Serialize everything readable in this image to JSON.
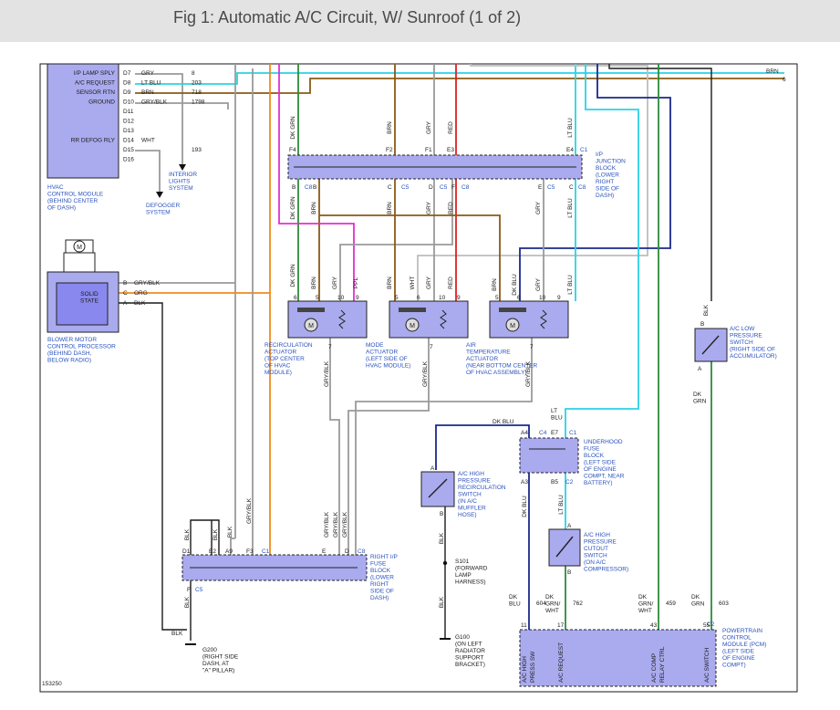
{
  "title": "Fig 1: Automatic A/C Circuit, W/ Sunroof (1 of 2)",
  "figure_id": "153250",
  "colors": {
    "brown": "#8b5a14",
    "light_blue": "#29d3e6",
    "grey": "#9a9a9a",
    "black": "#1a1a1a",
    "dark_green": "#2e8b3a",
    "red": "#e02020",
    "pink": "#e030d0",
    "orange": "#f08a1e",
    "dark_blue": "#1a2a8a",
    "white": "#bdbdbd",
    "component_fill": "#aaaaee",
    "label_blue": "#2a52be"
  },
  "hvac_module": {
    "label_lines": [
      "HVAC",
      "CONTROL MODULE",
      "(BEHIND CENTER",
      "OF DASH)"
    ],
    "pins": [
      {
        "name": "I/P LAMP SPLY",
        "pin": "D7",
        "color": "GRY",
        "circuit": "8"
      },
      {
        "name": "A/C REQUEST",
        "pin": "D8",
        "color": "LT BLU",
        "circuit": "203"
      },
      {
        "name": "SENSOR RTN",
        "pin": "D9",
        "color": "BRN",
        "circuit": "718"
      },
      {
        "name": "GROUND",
        "pin": "D10",
        "color": "GRY/BLK",
        "circuit": "1798"
      },
      {
        "name": "",
        "pin": "D11",
        "color": "",
        "circuit": ""
      },
      {
        "name": "",
        "pin": "D12",
        "color": "",
        "circuit": ""
      },
      {
        "name": "",
        "pin": "D13",
        "color": "",
        "circuit": ""
      },
      {
        "name": "RR DEFOG RLY",
        "pin": "D14",
        "color": "WHT",
        "circuit": ""
      },
      {
        "name": "",
        "pin": "D15",
        "color": "",
        "circuit": "193"
      },
      {
        "name": "",
        "pin": "D16",
        "color": "",
        "circuit": ""
      }
    ],
    "interior_lights": [
      "INTERIOR",
      "LIGHTS",
      "SYSTEM"
    ],
    "defogger": [
      "DEFOGGER",
      "SYSTEM"
    ]
  },
  "top_right": {
    "brn": "BRN",
    "num": "6"
  },
  "ip_junction": {
    "label_lines": [
      "I/P",
      "JUNCTION",
      "BLOCK",
      "(LOWER",
      "RIGHT",
      "SIDE OF",
      "DASH)"
    ],
    "top_pins": [
      "F4",
      "F2",
      "F1",
      "E3",
      "E4"
    ],
    "top_conn": "C1",
    "top_wires": [
      "DK GRN",
      "BRN",
      "GRY",
      "RED",
      "LT BLU"
    ],
    "bottom_pins": [
      "B",
      "C8",
      "B",
      "C",
      "C5",
      "D",
      "C5",
      "F",
      "C8",
      "E",
      "C5",
      "C",
      "C8"
    ],
    "bottom_wires": [
      "DK GRN",
      "BRN",
      "BRN",
      "GRY",
      "RED",
      "GRY",
      "LT BLU"
    ]
  },
  "blower": {
    "label_lines": [
      "BLOWER MOTOR",
      "CONTROL PROCESSOR",
      "(BEHIND DASH,",
      "BELOW RADIO)"
    ],
    "solid_state": [
      "SOLID",
      "STATE"
    ],
    "pins": [
      {
        "pin": "B",
        "color": "GRY/BLK"
      },
      {
        "pin": "C",
        "color": "ORG"
      },
      {
        "pin": "A",
        "color": "BLK"
      }
    ]
  },
  "actuators": [
    {
      "label_lines": [
        "RECIRCULATION",
        "ACTUATOR",
        "(TOP CENTER",
        "OF HVAC",
        "MODULE)"
      ],
      "top_wires": [
        "DK GRN",
        "BRN",
        "GRY",
        "PPL"
      ],
      "pins": [
        "6",
        "5",
        "10",
        "9"
      ],
      "bottom_pin": "7",
      "bottom_wire": "GRY/BLK"
    },
    {
      "label_lines": [
        "MODE",
        "ACTUATOR",
        "(LEFT SIDE OF",
        "HVAC MODULE)"
      ],
      "top_wires": [
        "BRN",
        "WHT",
        "GRY",
        "RED"
      ],
      "pins": [
        "5",
        "6",
        "10",
        "9"
      ],
      "bottom_pin": "7",
      "bottom_wire": "GRY/BLK"
    },
    {
      "label_lines": [
        "AIR",
        "TEMPERATURE",
        "ACTUATOR",
        "(NEAR BOTTOM CENTER",
        "OF HVAC ASSEMBLY)"
      ],
      "top_wires": [
        "BRN",
        "DK BLU",
        "GRY",
        "LT BLU"
      ],
      "pins": [
        "5",
        "6",
        "10",
        "9"
      ],
      "bottom_pin": "7",
      "bottom_wire": "GRY/BLK"
    }
  ],
  "ac_low": {
    "label_lines": [
      "A/C LOW",
      "PRESSURE",
      "SWITCH",
      "(RIGHT SIDE OF",
      "ACCUMULATOR)"
    ],
    "top_wire": "BLK",
    "pin_b": "B",
    "pin_a": "A",
    "bottom_wire": [
      "DK",
      "GRN"
    ]
  },
  "underhood": {
    "label_lines": [
      "UNDERHOOD",
      "FUSE",
      "BLOCK",
      "(LEFT SIDE",
      "OF ENGINE",
      "COMPT, NEAR",
      "BATTERY)"
    ],
    "top_wire": [
      "LT",
      "BLU"
    ],
    "dk_blu": "DK BLU",
    "pins": [
      "A4",
      "C4",
      "E7",
      "C1",
      "A3",
      "B5",
      "C2"
    ],
    "bottom_wires": [
      "DK BLU",
      "LT BLU"
    ]
  },
  "ac_high_recirc": {
    "label_lines": [
      "A/C HIGH",
      "PRESSURE",
      "RECIRCULATION",
      "SWITCH",
      "(IN A/C",
      "MUFFLER",
      "HOSE)"
    ],
    "pin_a": "A",
    "pin_b": "B",
    "wire": "BLK"
  },
  "s101": {
    "label_lines": [
      "S101",
      "(FORWARD",
      "LAMP",
      "HARNESS)"
    ],
    "wire": "BLK"
  },
  "g100": {
    "label_lines": [
      "G100",
      "(ON LEFT",
      "RADIATOR",
      "SUPPORT",
      "BRACKET)"
    ]
  },
  "ac_high_cutout": {
    "label_lines": [
      "A/C HIGH",
      "PRESSURE",
      "CUTOUT",
      "SWITCH",
      "(ON A/C",
      "COMPRESSOR)"
    ],
    "pin_a": "A",
    "pin_b": "B"
  },
  "rh_fuse": {
    "label_lines": [
      "RIGHT I/P",
      "FUSE",
      "BLOCK",
      "(LOWER",
      "RIGHT",
      "SIDE OF",
      "DASH)"
    ],
    "pins": [
      "D1",
      "E2",
      "A9",
      "F3",
      "C1",
      "E",
      "D",
      "C8",
      "F",
      "C5"
    ],
    "top_wires": [
      "BLK",
      "BLK",
      "BLK",
      "GRY/BLK",
      "GRY/BLK",
      "GRY/BLK",
      "GRY/BLK"
    ],
    "bottom_wire": "BLK"
  },
  "g200": {
    "label_lines": [
      "G200",
      "(RIGHT SIDE",
      "DASH, AT",
      "\"A\" PILLAR)"
    ]
  },
  "pcm": {
    "label_lines": [
      "POWERTRAIN",
      "CONTROL",
      "MODULE (PCM)",
      "(LEFT SIDE",
      "OF ENGINE",
      "COMPT)"
    ],
    "conn": "C2",
    "pins": [
      {
        "pin": "11",
        "wire": [
          "DK",
          "BLU"
        ],
        "circuit": "604",
        "func": [
          "A/C HIGH",
          "PRESS SW"
        ]
      },
      {
        "pin": "17",
        "wire": [
          "DK",
          "GRN/",
          "WHT"
        ],
        "circuit": "762",
        "func": [
          "A/C REQUEST"
        ]
      },
      {
        "pin": "43",
        "wire": [
          "DK",
          "GRN/",
          "WHT"
        ],
        "circuit": "459",
        "func": [
          "A/C COMP",
          "RELAY CTRL"
        ]
      },
      {
        "pin": "55",
        "wire": [
          "DK",
          "GRN"
        ],
        "circuit": "603",
        "func": [
          "A/C SWITCH"
        ]
      }
    ]
  }
}
